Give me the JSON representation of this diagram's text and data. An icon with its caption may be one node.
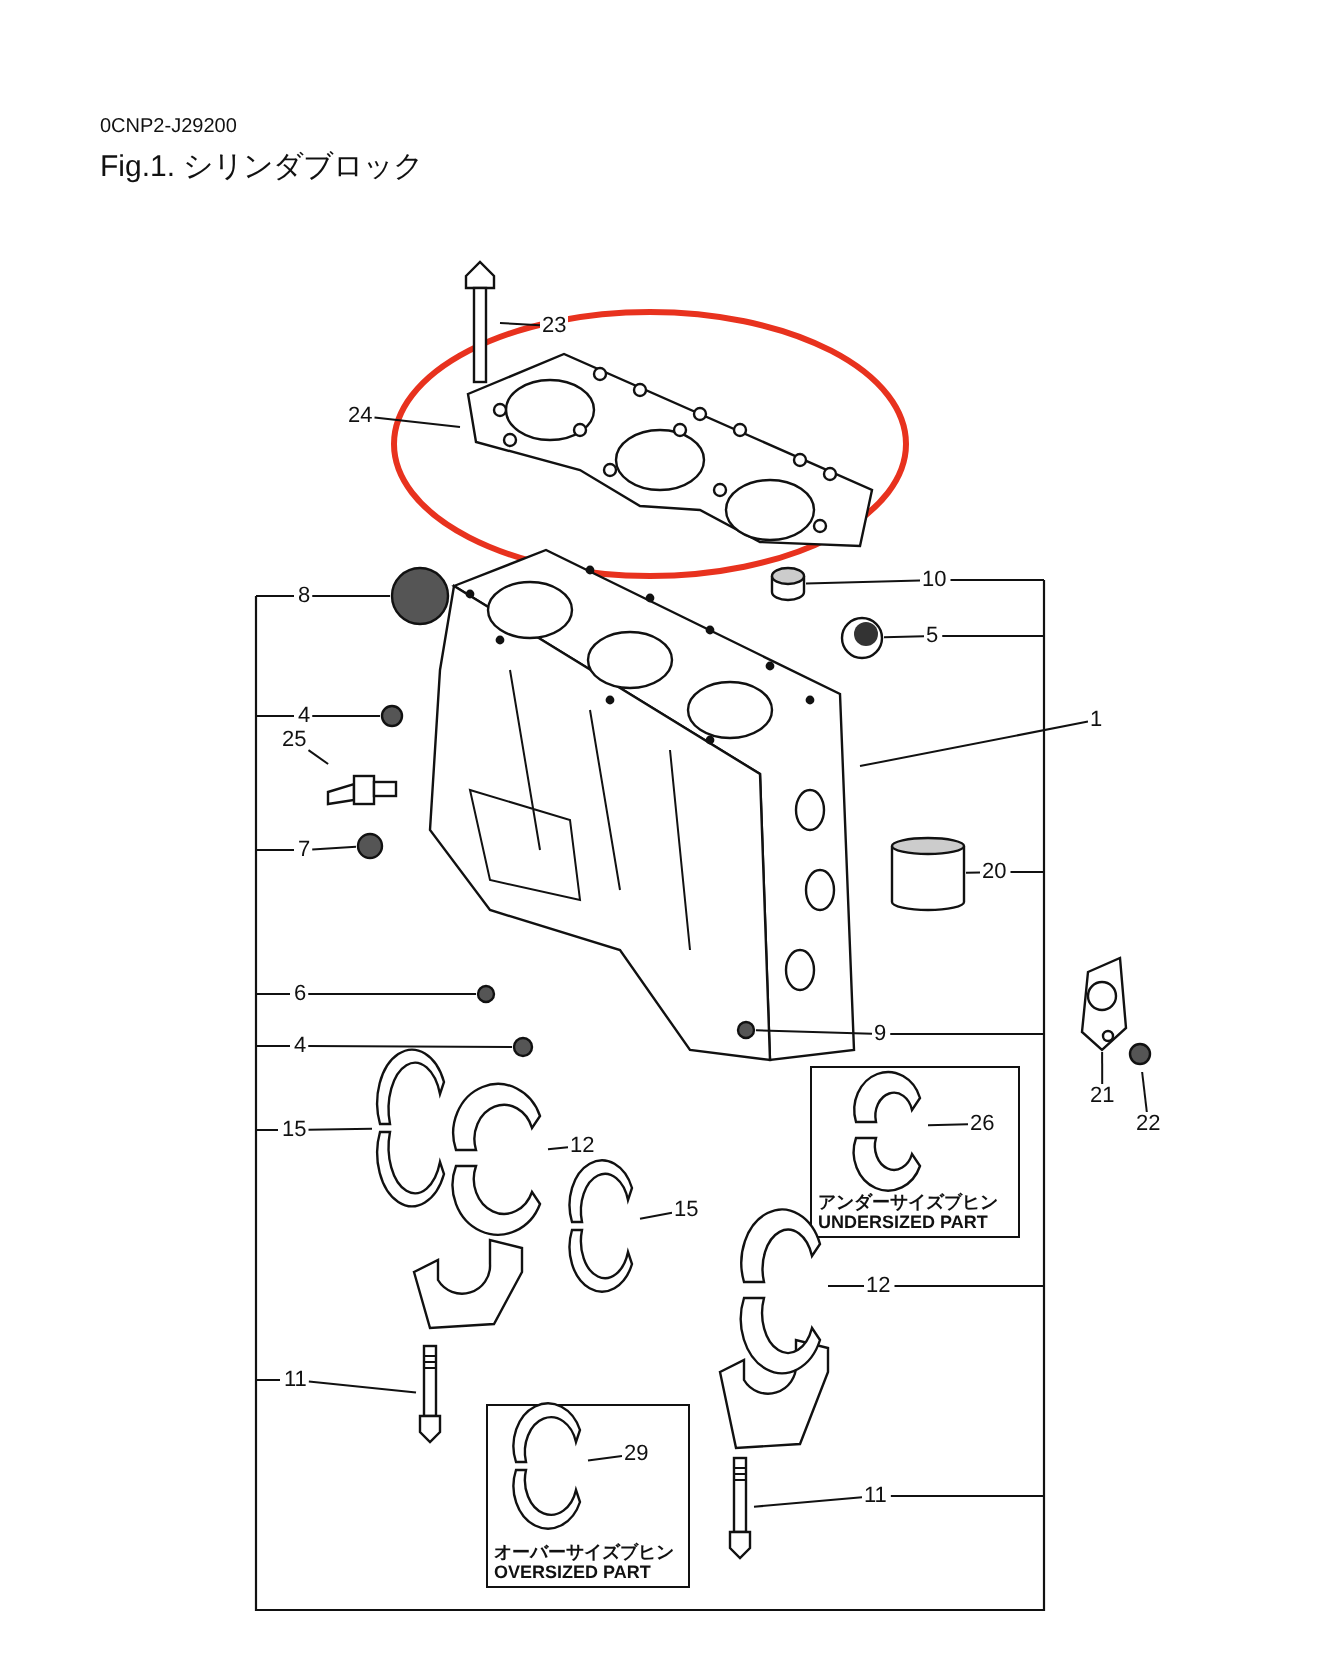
{
  "diagram": {
    "title": "Fig.1. シリンダブロック",
    "nodes": [
      {
        "text": [
          "23"
        ]
      },
      {
        "text": [],
        "shape": "picture"
      },
      {
        "text": [
          "24"
        ]
      },
      {
        "text": [],
        "shape": "picture"
      },
      {
        "text": [
          "8"
        ]
      },
      {
        "text": [],
        "shape": "circle"
      },
      {
        "text": [
          "10"
        ]
      },
      {
        "text": [],
        "shape": "cylinder"
      },
      {
        "text": [
          "5"
        ]
      },
      {
        "text": [],
        "shape": "picture"
      },
      {
        "text": [
          "1"
        ]
      },
      {
        "text": [],
        "shape": "picture"
      },
      {
        "text": [
          "4"
        ]
      },
      {
        "text": [],
        "shape": "circle"
      },
      {
        "text": [
          "25"
        ]
      },
      {
        "text": [],
        "shape": "picture"
      },
      {
        "text": [
          "7"
        ]
      },
      {
        "text": [],
        "shape": "circle"
      },
      {
        "text": [
          "20"
        ]
      },
      {
        "text": [],
        "shape": "cylinder"
      },
      {
        "text": [
          "21"
        ]
      },
      {
        "text": [],
        "shape": "picture"
      },
      {
        "text": [
          "22"
        ]
      },
      {
        "text": [],
        "shape": "circle"
      },
      {
        "text": [
          "6"
        ]
      },
      {
        "text": [],
        "shape": "circle"
      },
      {
        "text": [
          "4"
        ]
      },
      {
        "text": [],
        "shape": "circle"
      },
      {
        "text": [
          "9"
        ]
      },
      {
        "text": [],
        "shape": "circle"
      },
      {
        "text": [
          "15"
        ]
      },
      {
        "text": [],
        "shape": "picture"
      },
      {
        "text": [
          "12"
        ]
      },
      {
        "text": [],
        "shape": "picture"
      },
      {
        "text": [
          "15"
        ]
      },
      {
        "text": [],
        "shape": "picture"
      },
      {
        "text": [
          "アンダーサイズブヒン",
          "UNDERSIZED PART"
        ]
      },
      {
        "text": [
          "26"
        ],
        "in": 36
      },
      {
        "text": [],
        "shape": "picture",
        "in": 36
      },
      {
        "text": [
          "11"
        ]
      },
      {
        "text": [],
        "shape": "picture"
      },
      {
        "text": [
          "12"
        ]
      },
      {
        "text": [],
        "shape": "picture"
      },
      {
        "text": [
          "11"
        ]
      },
      {
        "text": [],
        "shape": "picture"
      },
      {
        "text": [
          "オーバーサイズブヒン",
          "OVERSIZED PART"
        ]
      },
      {
        "text": [
          "29"
        ],
        "in": 45
      },
      {
        "text": [],
        "shape": "picture",
        "in": 45
      }
    ],
    "edges": [
      {
        "from": 0,
        "to": 1,
        "arrow": "none"
      },
      {
        "from": 2,
        "to": 3,
        "arrow": "none"
      },
      {
        "from": 4,
        "to": 5,
        "arrow": "none"
      },
      {
        "from": 6,
        "to": 7,
        "arrow": "none"
      },
      {
        "from": 8,
        "to": 9,
        "arrow": "none"
      },
      {
        "from": 10,
        "to": 11,
        "arrow": "none"
      },
      {
        "from": 12,
        "to": 13,
        "arrow": "none"
      },
      {
        "from": 14,
        "to": 15,
        "arrow": "none"
      },
      {
        "from": 16,
        "to": 17,
        "arrow": "none"
      },
      {
        "from": 18,
        "to": 19,
        "arrow": "none"
      },
      {
        "from": 20,
        "to": 21,
        "arrow": "none"
      },
      {
        "from": 22,
        "to": 23,
        "arrow": "none"
      },
      {
        "from": 24,
        "to": 25,
        "arrow": "none"
      },
      {
        "from": 26,
        "to": 27,
        "arrow": "none"
      },
      {
        "from": 28,
        "to": 29,
        "arrow": "none"
      },
      {
        "from": 30,
        "to": 31,
        "arrow": "none"
      },
      {
        "from": 32,
        "to": 33,
        "arrow": "none"
      },
      {
        "from": 34,
        "to": 35,
        "arrow": "none"
      },
      {
        "from": 37,
        "to": 38,
        "arrow": "none"
      },
      {
        "from": 39,
        "to": 40,
        "arrow": "none"
      },
      {
        "from": 41,
        "to": 42,
        "arrow": "none"
      },
      {
        "from": 43,
        "to": 44,
        "arrow": "none"
      },
      {
        "from": 46,
        "to": 47,
        "arrow": "none"
      }
    ],
    "labels": [
      "0CNP2-J29200"
    ]
  }
}
